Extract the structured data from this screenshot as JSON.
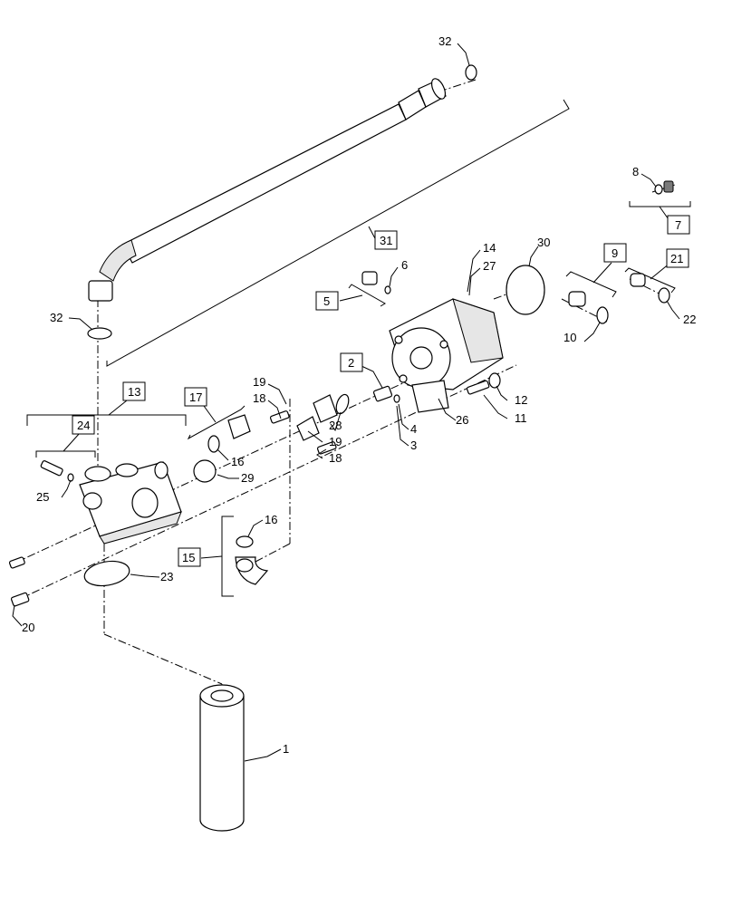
{
  "callouts": {
    "c1": "1",
    "c2": "2",
    "c3": "3",
    "c4": "4",
    "c5": "5",
    "c6": "6",
    "c7": "7",
    "c8": "8",
    "c9": "9",
    "c10": "10",
    "c11": "11",
    "c12": "12",
    "c13": "13",
    "c14": "14",
    "c15": "15",
    "c16a": "16",
    "c16b": "16",
    "c17": "17",
    "c18a": "18",
    "c18b": "18",
    "c19a": "19",
    "c19b": "19",
    "c20": "20",
    "c21": "21",
    "c22": "22",
    "c23": "23",
    "c24": "24",
    "c25": "25",
    "c26": "26",
    "c27": "27",
    "c28": "28",
    "c29": "29",
    "c30": "30",
    "c31": "31",
    "c32a": "32",
    "c32b": "32"
  }
}
